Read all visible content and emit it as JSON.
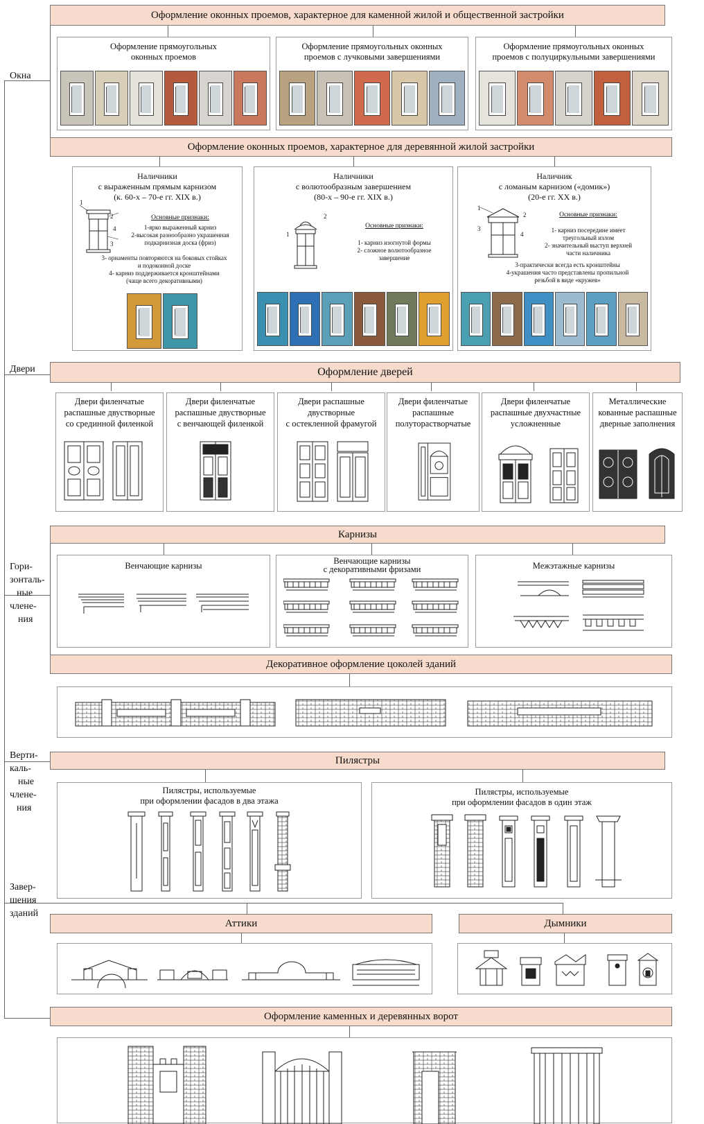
{
  "side_labels": {
    "windows": "Окна",
    "doors": "Двери",
    "horizontal": [
      "Гори-",
      "зонталь-",
      "ные",
      "члене-",
      "ния"
    ],
    "vertical": [
      "Верти-",
      "каль-",
      "ные",
      "члене-",
      "ния"
    ],
    "roof": [
      "Завер-",
      "шения",
      "зданий"
    ]
  },
  "stone_windows": {
    "title": "Оформление оконных проемов, характерное для каменной жилой и общественной застройки",
    "panels": [
      {
        "line1": "Оформление прямоугольных",
        "line2": "оконных проемов"
      },
      {
        "line1": "Оформление прямоугольных оконных",
        "line2": "проемов с лучковыми завершениями"
      },
      {
        "line1": "Оформление прямоугольных оконных",
        "line2": "проемов с полуциркульными завершениями"
      }
    ]
  },
  "wood_windows": {
    "title": "Оформление оконных проемов, характерное для деревянной жилой застройки",
    "panels": [
      {
        "line1": "Наличники",
        "line2": "с выраженным прямым карнизом",
        "line3": "(к. 60-х – 70-е гг. XIX в.)",
        "signs_title": "Основные признаки:",
        "signs": [
          "1-ярко выраженный карниз",
          "2-высокая разнообразно украшенная",
          "подкарнизная доска (фриз)",
          "3- орнаменты повторяются на боковых стойках",
          "и подоконной доске",
          "4- карниз поддерживается кронштейнами",
          "(чаще всего декоративными)"
        ]
      },
      {
        "line1": "Наличники",
        "line2": "с волютообразным завершением",
        "line3": "(80-х – 90-е гг. XIX в.)",
        "signs_title": "Основные признаки:",
        "signs": [
          "1- карниз изогнутой формы",
          "2- сложное волютообразное",
          "завершение"
        ]
      },
      {
        "line1": "Наличник",
        "line2": "с ломаным карнизом («домик»)",
        "line3": "(20-е гг. XX в.)",
        "signs_title": "Основные признаки:",
        "signs": [
          "1- карниз посередине имеет",
          "треугольный излом",
          "2- значительный выступ верхней",
          "части наличника",
          "3-практически всегда есть кронштейны",
          "4-украшения часто представлены пропильной",
          "резьбой в виде «кружев»"
        ]
      }
    ],
    "numbers": [
      "1",
      "2",
      "3",
      "4"
    ]
  },
  "doors": {
    "title": "Оформление дверей",
    "panels": [
      {
        "lines": [
          "Двери филенчатые",
          "распашные двустворные",
          "со срединной филенкой"
        ]
      },
      {
        "lines": [
          "Двери филенчатые",
          "распашные двустворные",
          "с венчающей филенкой"
        ]
      },
      {
        "lines": [
          "Двери распашные",
          "двустворные",
          "с остекленной фрамугой"
        ]
      },
      {
        "lines": [
          "Двери филенчатые",
          "распашные",
          "полуторастворчатые"
        ]
      },
      {
        "lines": [
          "Двери филенчатые",
          "распашные двухчастные",
          "усложненные"
        ]
      },
      {
        "lines": [
          "Металлические",
          "кованные распашные",
          "дверные заполнения"
        ]
      }
    ]
  },
  "cornices": {
    "title": "Карнизы",
    "panels": [
      {
        "line1": "Венчающие карнизы",
        "line2": ""
      },
      {
        "line1": "Венчающие карнизы",
        "line2": "с декоративными фризами"
      },
      {
        "line1": "Межэтажные карнизы",
        "line2": ""
      }
    ]
  },
  "plinth": {
    "title": "Декоративное оформление цоколей зданий"
  },
  "pilasters": {
    "title": "Пилястры",
    "panels": [
      {
        "line1": "Пилястры, используемые",
        "line2": "при оформлении фасадов в два этажа"
      },
      {
        "line1": "Пилястры, используемые",
        "line2": "при оформлении фасадов в один этаж"
      }
    ]
  },
  "attics": {
    "title": "Аттики"
  },
  "chimneys": {
    "title": "Дымники"
  },
  "gates": {
    "title": "Оформление каменных и деревянных ворот"
  },
  "colors": {
    "bar_fill": "#f7dccd",
    "bar_border": "#777777"
  }
}
